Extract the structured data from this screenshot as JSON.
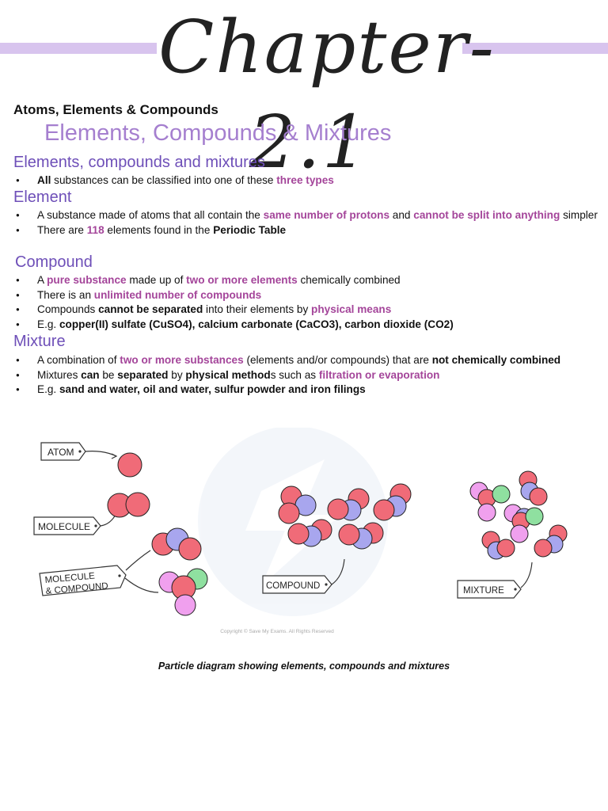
{
  "banner": {
    "title": "Chapter-2.1"
  },
  "subject": "Atoms, Elements & Compounds",
  "main_title": "Elements, Compounds & Mixtures",
  "sections": {
    "intro": {
      "heading": "Elements, compounds and mixtures",
      "bullets": [
        [
          {
            "t": "All",
            "s": "b"
          },
          {
            "t": " substances can be classified into one of these "
          },
          {
            "t": "three types",
            "s": "p"
          }
        ]
      ]
    },
    "element": {
      "heading": "Element",
      "bullets": [
        [
          {
            "t": "A substance made of atoms that all contain the "
          },
          {
            "t": "same number of protons",
            "s": "p"
          },
          {
            "t": " and "
          },
          {
            "t": "cannot be split into anything",
            "s": "p"
          },
          {
            "t": " simpler"
          }
        ],
        [
          {
            "t": "There are "
          },
          {
            "t": "118",
            "s": "p"
          },
          {
            "t": " elements found in the "
          },
          {
            "t": "Periodic Table",
            "s": "b"
          }
        ]
      ]
    },
    "compound": {
      "heading": "Compound",
      "bullets": [
        [
          {
            "t": "A "
          },
          {
            "t": "pure substance",
            "s": "p"
          },
          {
            "t": " made up of "
          },
          {
            "t": "two or more elements",
            "s": "p"
          },
          {
            "t": " chemically combined"
          }
        ],
        [
          {
            "t": "There is an "
          },
          {
            "t": "unlimited number of compounds",
            "s": "p"
          }
        ],
        [
          {
            "t": "Compounds "
          },
          {
            "t": "cannot be separated",
            "s": "b"
          },
          {
            "t": " into their elements by "
          },
          {
            "t": "physical means",
            "s": "p"
          }
        ],
        [
          {
            "t": "E.g. "
          },
          {
            "t": "copper(II) sulfate (CuSO4), calcium carbonate (CaCO3), carbon dioxide (CO2)",
            "s": "b"
          }
        ]
      ]
    },
    "mixture": {
      "heading": "Mixture",
      "bullets": [
        [
          {
            "t": "A combination of "
          },
          {
            "t": "two or more substances",
            "s": "p"
          },
          {
            "t": " (elements and/or compounds) that are "
          },
          {
            "t": "not chemically combined",
            "s": "b"
          }
        ],
        [
          {
            "t": "Mixtures "
          },
          {
            "t": "can",
            "s": "b"
          },
          {
            "t": " be "
          },
          {
            "t": "separated",
            "s": "b"
          },
          {
            "t": " by "
          },
          {
            "t": "physical method",
            "s": "b"
          },
          {
            "t": "s such as "
          },
          {
            "t": "filtration or evaporation",
            "s": "p"
          }
        ],
        [
          {
            "t": "E.g. "
          },
          {
            "t": "sand and water, oil and water, sulfur powder and iron filings",
            "s": "b"
          }
        ]
      ]
    }
  },
  "diagram": {
    "labels": {
      "atom": "ATOM",
      "molecule": "MOLECULE",
      "molecule_compound_1": "MOLECULE",
      "molecule_compound_2": "& COMPOUND",
      "compound": "COMPOUND",
      "mixture": "MIXTURE"
    },
    "copyright": "Copyright © Save My Exams. All Rights Reserved",
    "colors": {
      "red": "#f06b78",
      "blue": "#a8a6ee",
      "green": "#8fe0a0",
      "pink": "#f0a0ee"
    }
  },
  "caption": "Particle diagram showing elements, compounds and mixtures"
}
